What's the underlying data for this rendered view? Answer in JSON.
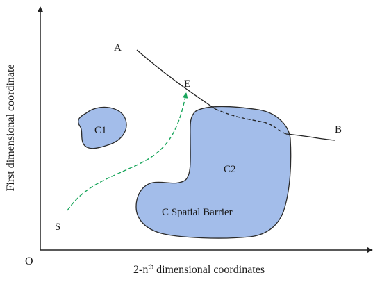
{
  "axes": {
    "origin_label": "O",
    "x_label": {
      "before": "2-n",
      "sup": "th",
      "after": " dimensional coordinates"
    },
    "y_label": "First dimensional coordinate"
  },
  "points": {
    "start": "S",
    "target": "E",
    "path_start": "A",
    "path_end": "B"
  },
  "regions": {
    "c1": "C1",
    "c2": "C2",
    "barrier": "C Spatial Barrier"
  },
  "colors": {
    "barrier_fill": "#a3bdea",
    "barrier_stroke": "#2b2b2b",
    "trajectory": "#1aa65c",
    "line": "#222222"
  }
}
